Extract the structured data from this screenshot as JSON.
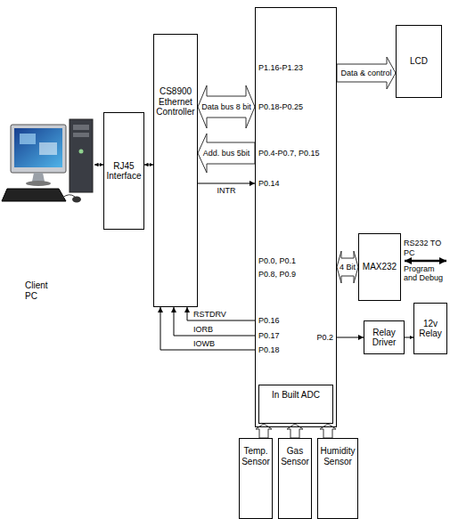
{
  "diagram": {
    "nodes": [
      {
        "text": [
          "Client PC"
        ]
      },
      {
        "text": [
          "RJ45 Interface"
        ]
      },
      {
        "text": [
          "CS8900 Ethernet Controller"
        ]
      },
      {
        "text": [
          "P1.16-P1.23",
          "P0.18-P0.25",
          "P0.4-P0.7, P0.15",
          "P0.14",
          "P0.0, P0.1",
          "P0.8, P0.9",
          "P0.16",
          "P0.2",
          "P0.17",
          "P0.18"
        ]
      },
      {
        "text": [
          "In Built ADC"
        ],
        "in": 3
      },
      {
        "text": [
          "LCD"
        ]
      },
      {
        "text": [
          "MAX232"
        ]
      },
      {
        "text": [
          "Relay Driver"
        ]
      },
      {
        "text": [
          "12v Relay"
        ]
      },
      {
        "text": [
          "Temp. Sensor"
        ]
      },
      {
        "text": [
          "Gas Sensor"
        ]
      },
      {
        "text": [
          "Humidity Sensor"
        ]
      }
    ],
    "edges": [
      {
        "from": 0,
        "to": 1,
        "arrow": "both"
      },
      {
        "from": 1,
        "to": 2,
        "arrow": "both"
      },
      {
        "from": 2,
        "to": 3,
        "label": "Data bus 8 bit",
        "arrow": "both"
      },
      {
        "from": 3,
        "to": 2,
        "label": "Add. bus 5bit",
        "arrow": "to"
      },
      {
        "from": 2,
        "to": 3,
        "label": "INTR",
        "arrow": "to"
      },
      {
        "from": 3,
        "to": 2,
        "label": "RSTDRV",
        "arrow": "to"
      },
      {
        "from": 3,
        "to": 2,
        "label": "IORB",
        "arrow": "to"
      },
      {
        "from": 3,
        "to": 2,
        "label": "IOWB",
        "arrow": "to"
      },
      {
        "from": 3,
        "to": 5,
        "label": "Data & control",
        "arrow": "to"
      },
      {
        "from": 3,
        "to": 6,
        "label": "4 Bit",
        "arrow": "both"
      },
      {
        "from": 3,
        "to": 7,
        "arrow": "to"
      },
      {
        "from": 7,
        "to": 8,
        "arrow": "to"
      },
      {
        "from": 9,
        "to": 4,
        "arrow": "to"
      },
      {
        "from": 10,
        "to": 4,
        "arrow": "to"
      },
      {
        "from": 11,
        "to": 4,
        "arrow": "to"
      }
    ],
    "labels": [
      "RS232 TO PC",
      "Program and Debug"
    ]
  }
}
